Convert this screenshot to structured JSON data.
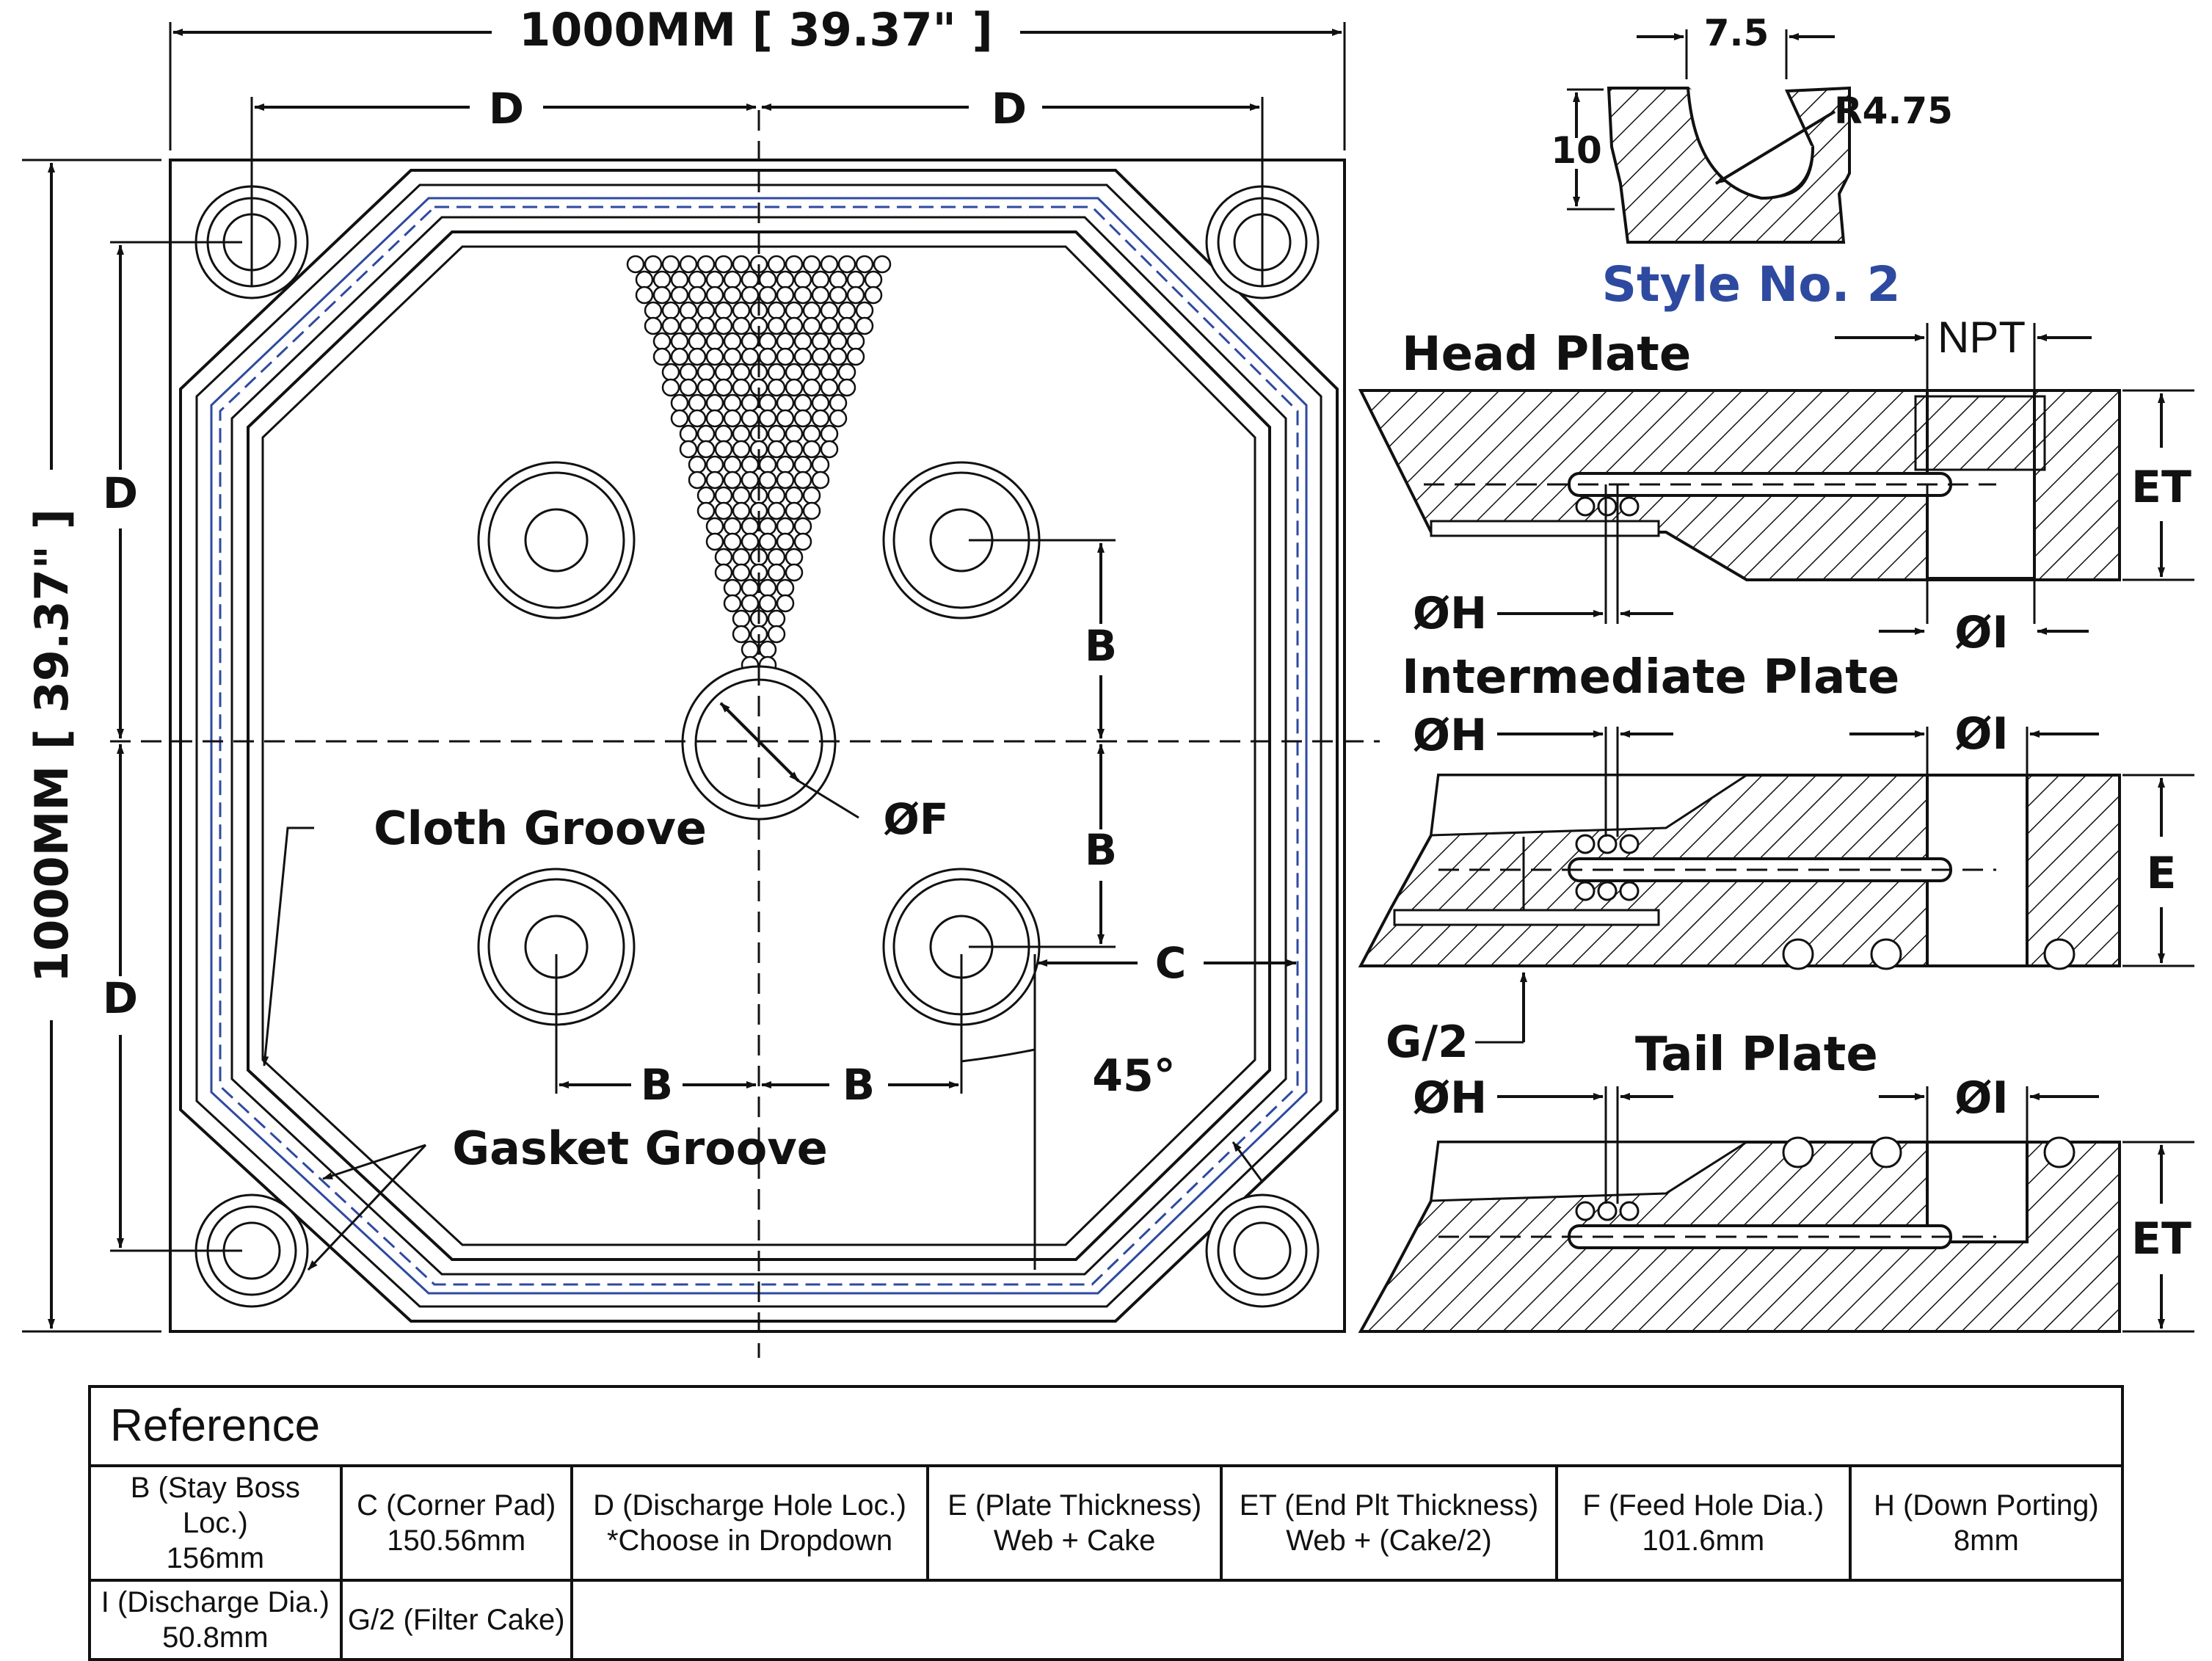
{
  "labels": {
    "width_dim": "1000MM [ 39.37\" ]",
    "height_dim": "1000MM [ 39.37\" ]",
    "d": "D",
    "b": "B",
    "c": "C",
    "phi_f": "ØF",
    "angle": "45°",
    "cloth_groove": "Cloth Groove",
    "gasket_groove": "Gasket Groove",
    "style_title": "Style No. 2",
    "style_w": "7.5",
    "style_r": "R4.75",
    "style_h": "10",
    "head_plate": "Head Plate",
    "npt": "NPT",
    "et": "ET",
    "phi_h": "ØH",
    "phi_i": "ØI",
    "intermediate_plate": "Intermediate Plate",
    "e": "E",
    "g2": "G/2",
    "tail_plate": "Tail Plate"
  },
  "table": {
    "title": "Reference",
    "row1": [
      {
        "l1": "B (Stay Boss Loc.)",
        "l2": "156mm"
      },
      {
        "l1": "C (Corner Pad)",
        "l2": "150.56mm"
      },
      {
        "l1": "D (Discharge Hole Loc.)",
        "l2": "*Choose in Dropdown"
      },
      {
        "l1": "E (Plate Thickness)",
        "l2": "Web + Cake"
      },
      {
        "l1": "ET (End Plt Thickness)",
        "l2": "Web + (Cake/2)"
      },
      {
        "l1": "F (Feed Hole Dia.)",
        "l2": "101.6mm"
      },
      {
        "l1": "H (Down Porting)",
        "l2": "8mm"
      }
    ],
    "row2": [
      {
        "l1": "I (Discharge Dia.)",
        "l2": "50.8mm"
      },
      {
        "l1": "G/2 (Filter Cake)",
        "l2": ""
      }
    ]
  },
  "colors": {
    "accent": "#2e4aa0",
    "line": "#111111"
  }
}
